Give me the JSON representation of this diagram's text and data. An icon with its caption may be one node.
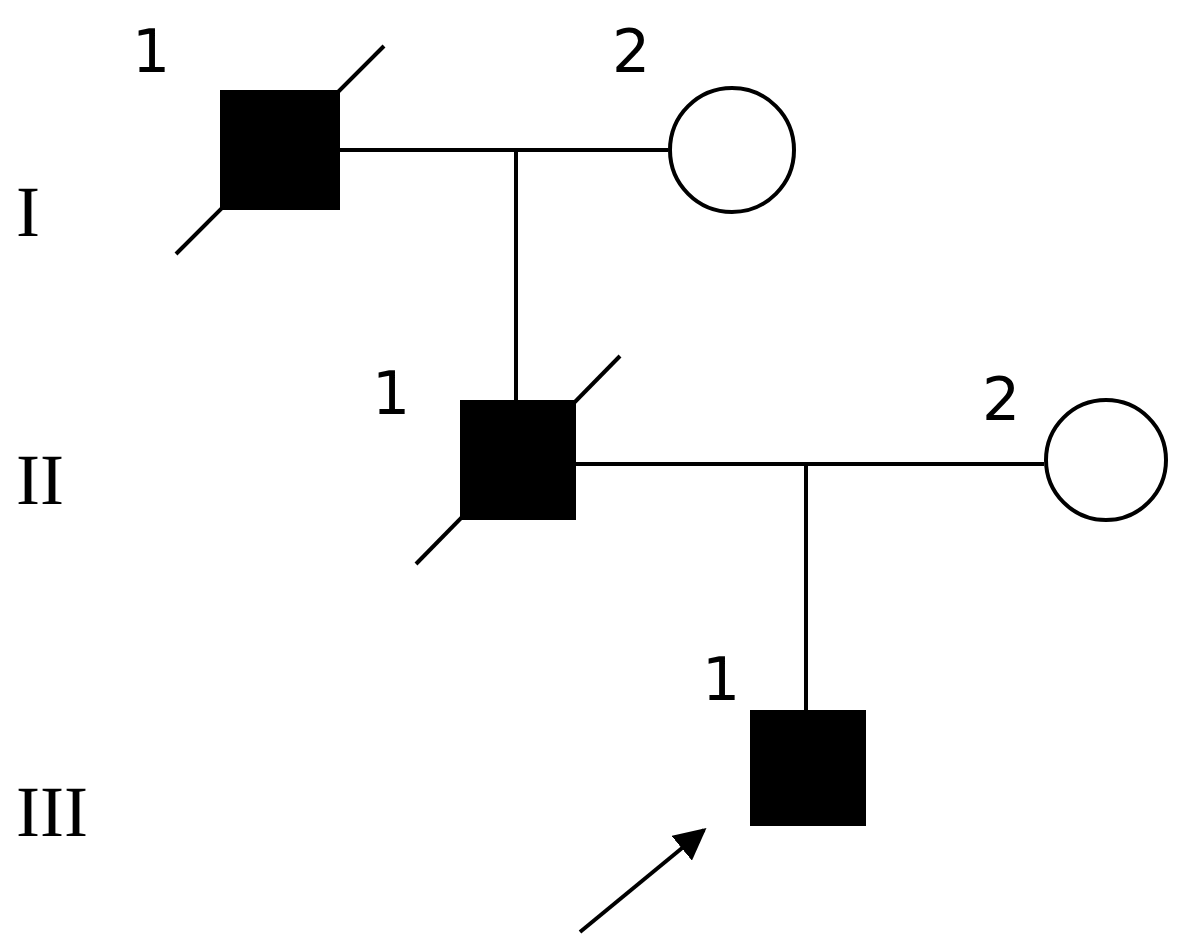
{
  "diagram": {
    "nodes": [
      {
        "text": [],
        "shape": "box",
        "beside": [
          "1"
        ]
      },
      {
        "text": [],
        "shape": "circle",
        "beside": [
          "2"
        ]
      },
      {
        "text": [],
        "shape": "box",
        "beside": [
          "1"
        ]
      },
      {
        "text": [],
        "shape": "circle",
        "beside": [
          "2"
        ]
      },
      {
        "text": [],
        "shape": "box",
        "beside": [
          "1"
        ]
      }
    ],
    "edges": [
      {
        "from": 0,
        "to": 1,
        "arrow": "none"
      },
      {
        "from": 0,
        "to": 2,
        "arrow": "none"
      },
      {
        "from": 1,
        "to": 2,
        "arrow": "none"
      },
      {
        "from": 2,
        "to": 3,
        "arrow": "none"
      },
      {
        "from": 2,
        "to": 4,
        "arrow": "none"
      },
      {
        "from": 3,
        "to": 4,
        "arrow": "none"
      },
      {
        "from": null,
        "to": 4,
        "arrow": "to"
      }
    ],
    "labels": [
      "I",
      "II",
      "III"
    ]
  }
}
